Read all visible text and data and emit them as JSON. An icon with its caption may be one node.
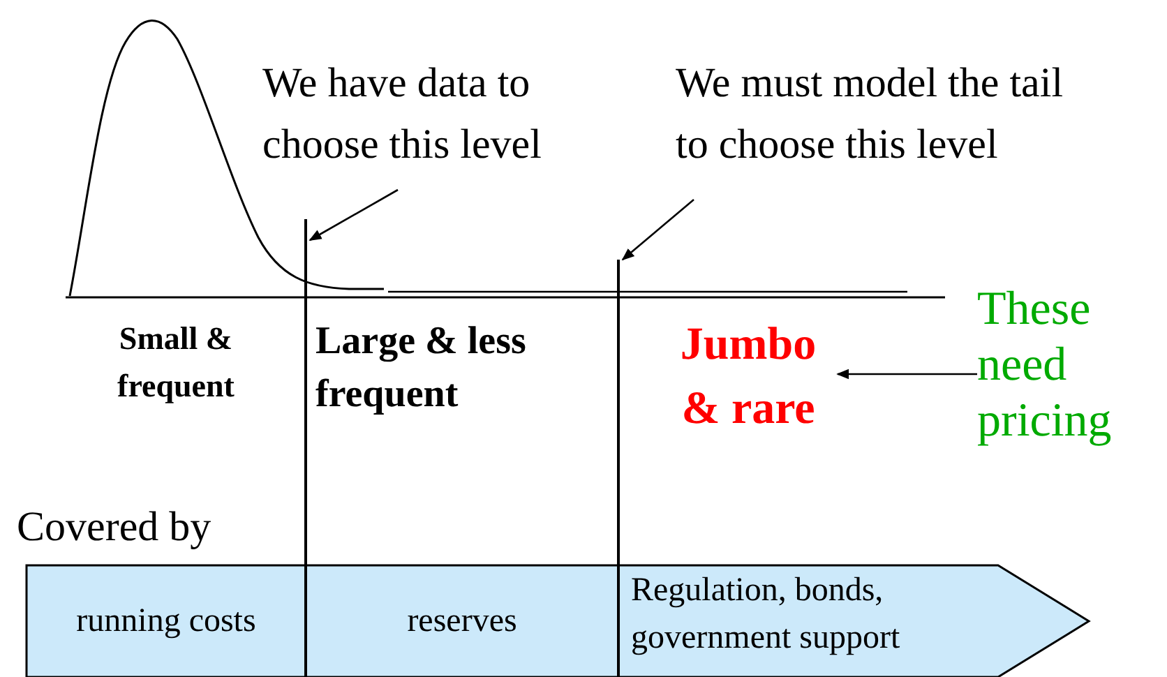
{
  "diagram": {
    "nodes": [
      {
        "text": [
          "We have data to choose this level"
        ]
      },
      {
        "text": [
          "We must model the tail to choose this level"
        ]
      },
      {
        "text": [],
        "shape": "bar"
      },
      {
        "text": [],
        "shape": "bar"
      },
      {
        "text": [
          "Small & frequent"
        ]
      },
      {
        "text": [
          "Large & less frequent"
        ]
      },
      {
        "text": [
          "Jumbo & rare"
        ]
      },
      {
        "text": [
          "These need pricing"
        ]
      },
      {
        "text": [
          "running costs"
        ]
      },
      {
        "text": [
          "reserves"
        ]
      },
      {
        "text": [
          "Regulation, bonds, government support"
        ]
      }
    ],
    "edges": [
      {
        "from": 0,
        "to": 2,
        "arrow": "to"
      },
      {
        "from": 1,
        "to": 3,
        "arrow": "to"
      },
      {
        "from": 7,
        "to": 6,
        "arrow": "to"
      }
    ],
    "labels": [
      "Covered by"
    ]
  }
}
